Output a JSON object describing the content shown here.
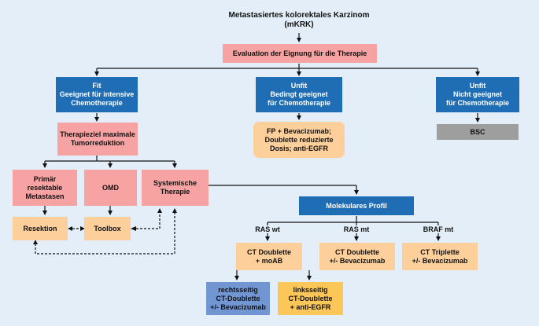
{
  "diagram": {
    "title": "Metastasiertes kolorektales Karzinom\n(mKRK)",
    "evaluation": "Evaluation der Eignung für die Therapie",
    "fit": "Fit\nGeeignet für intensive\nChemotherapie",
    "unfit_limited": "Unfit\nBedingt geeignet\nfür Chemotherapie",
    "unfit_not": "Unfit\nNicht geeignet\nfür Chemotherapie",
    "fp_bev": "FP + Bevacizumab;\nDoublette reduzierte\nDosis; anti-EGFR",
    "bsc": "BSC",
    "therapy_goal": "Therapieziel maximale\nTumorreduktion",
    "primary_resectable": "Primär\nresektable\nMetastasen",
    "omd": "OMD",
    "systemic_therapy": "Systemische\nTherapie",
    "resection": "Resektion",
    "toolbox": "Toolbox",
    "molecular_profile": "Molekulares Profil",
    "ras_wt": "RAS wt",
    "ras_mt": "RAS mt",
    "braf_mt": "BRAF mt",
    "ct_doublet_moab": "CT Doublette\n+ moAB",
    "ct_doublet_bev": "CT Doublette\n+/- Bevacizumab",
    "ct_triplet_bev": "CT Triplette\n+/- Bevacizumab",
    "right_sided": "rechtsseitig\nCT-Doublette\n+/- Bevacizumab",
    "left_sided": "linksseitig\nCT-Doublette\n+ anti-EGFR"
  }
}
